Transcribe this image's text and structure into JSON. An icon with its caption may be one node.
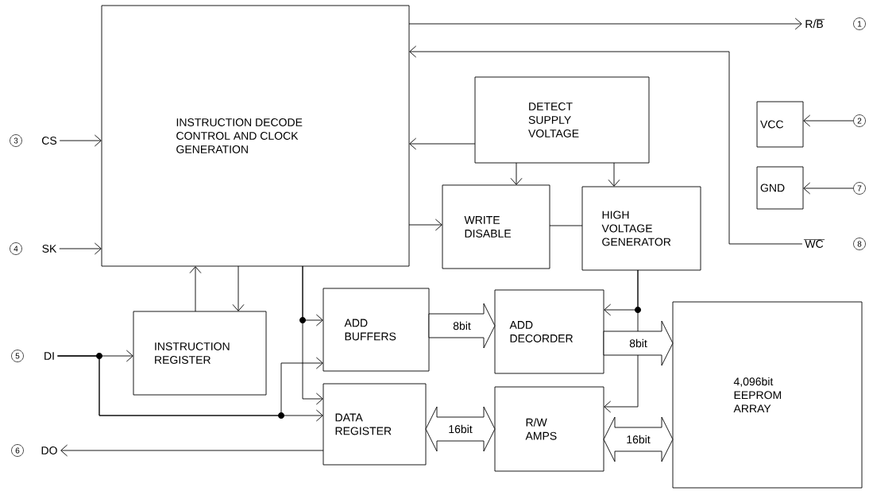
{
  "diagram": {
    "nodes": [
      {
        "text": [
          "INSTRUCTION DECODE CONTROL AND CLOCK GENERATION"
        ]
      },
      {
        "text": [
          "DETECT SUPPLY VOLTAGE"
        ]
      },
      {
        "text": [
          "WRITE DISABLE"
        ]
      },
      {
        "text": [
          "HIGH VOLTAGE GENERATOR"
        ]
      },
      {
        "text": [
          "VCC"
        ]
      },
      {
        "text": [
          "GND"
        ]
      },
      {
        "text": [
          "INSTRUCTION REGISTER"
        ]
      },
      {
        "text": [
          "ADD BUFFERS"
        ]
      },
      {
        "text": [
          "ADD DECORDER"
        ]
      },
      {
        "text": [
          "DATA REGISTER"
        ]
      },
      {
        "text": [
          "R/W AMPS"
        ]
      },
      {
        "text": [
          "4,096bit EEPROM ARRAY"
        ]
      },
      {
        "text": [
          "R/B"
        ]
      },
      {
        "text": [
          "2"
        ]
      },
      {
        "text": [
          "CS"
        ]
      },
      {
        "text": [
          "SK"
        ]
      },
      {
        "text": [
          "DI"
        ]
      },
      {
        "text": [
          "DO"
        ]
      },
      {
        "text": [
          "7"
        ]
      },
      {
        "text": [
          "WC"
        ]
      },
      {
        "text": [
          "1"
        ]
      },
      {
        "text": [
          "3"
        ]
      },
      {
        "text": [
          "4"
        ]
      },
      {
        "text": [
          "5"
        ]
      },
      {
        "text": [
          "6"
        ]
      },
      {
        "text": [
          "8"
        ]
      }
    ],
    "edges": [
      {
        "from": 0,
        "to": 12,
        "arrow": "to"
      },
      {
        "from": 19,
        "to": 0,
        "arrow": "to"
      },
      {
        "from": 1,
        "to": 0,
        "arrow": "to"
      },
      {
        "from": 1,
        "to": 2,
        "arrow": "to"
      },
      {
        "from": 1,
        "to": 3,
        "arrow": "to"
      },
      {
        "from": 0,
        "to": 2,
        "arrow": "to"
      },
      {
        "from": 2,
        "to": 3,
        "arrow": "none"
      },
      {
        "from": 13,
        "to": 4,
        "arrow": "to"
      },
      {
        "from": 18,
        "to": 5,
        "arrow": "to"
      },
      {
        "from": 14,
        "to": 0,
        "arrow": "to"
      },
      {
        "from": 15,
        "to": 0,
        "arrow": "to"
      },
      {
        "from": 6,
        "to": 0,
        "arrow": "to"
      },
      {
        "from": 0,
        "to": 6,
        "arrow": "to"
      },
      {
        "from": 0,
        "to": 7,
        "arrow": "to"
      },
      {
        "from": 0,
        "to": 9,
        "arrow": "to"
      },
      {
        "from": 16,
        "to": 6,
        "arrow": "to"
      },
      {
        "from": 16,
        "to": 9,
        "arrow": "to"
      },
      {
        "from": 16,
        "to": 7,
        "arrow": "to"
      },
      {
        "from": 7,
        "to": 8,
        "arrow": "to",
        "label": "8bit",
        "style": "thick"
      },
      {
        "from": 8,
        "to": 11,
        "arrow": "to",
        "label": "8bit",
        "style": "thick"
      },
      {
        "from": 3,
        "to": 8,
        "arrow": "to"
      },
      {
        "from": 3,
        "to": 10,
        "arrow": "to"
      },
      {
        "from": 9,
        "to": 10,
        "arrow": "both",
        "label": "16bit",
        "style": "thick"
      },
      {
        "from": 10,
        "to": 11,
        "arrow": "both",
        "label": "16bit",
        "style": "thick"
      },
      {
        "from": 9,
        "to": 17,
        "arrow": "to"
      }
    ]
  }
}
